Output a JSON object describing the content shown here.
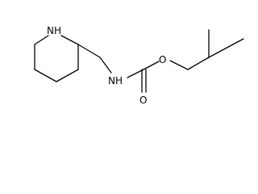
{
  "molecule": {
    "atoms": {
      "ring_nitrogen": "NH",
      "amide_nitrogen": "NH",
      "carbonyl_oxygen": "O",
      "ester_oxygen": "O"
    },
    "colors": {
      "bond": "#000000",
      "label": "#000000",
      "background": "#ffffff"
    }
  }
}
